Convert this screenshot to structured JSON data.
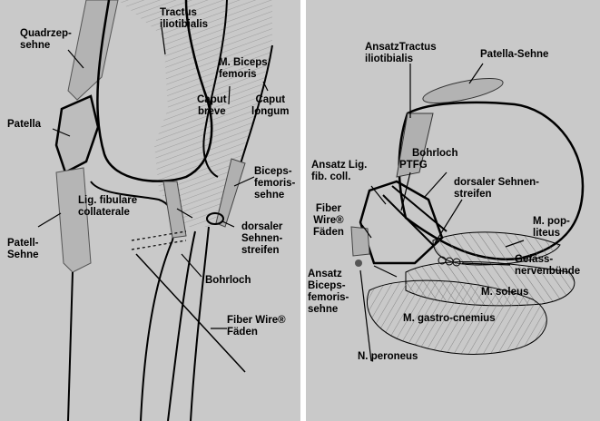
{
  "left": {
    "labels": {
      "quadrizeps": "Quadrzep-\nsehne",
      "tractus": "Tractus\niliotibialis",
      "biceps": "M. Biceps\nfemoris",
      "caput_breve": "Caput\nbreve",
      "caput_longum": "Caput\nlongum",
      "patella": "Patella",
      "biceps_sehne": "Biceps-\nfemoris-\nsehne",
      "lig_fibulare": "Lig. fibulare\ncollaterale",
      "dorsaler": "dorsaler\nSehnen-\nstreifen",
      "patell_sehne": "Patell-\nSehne",
      "bohrloch": "Bohrloch",
      "fiber_wire": "Fiber Wire®\nFäden"
    }
  },
  "right": {
    "labels": {
      "ansatz_tractus": "AnsatzTractus\niliotibialis",
      "patella_sehne": "Patella-Sehne",
      "ansatz_lig": "Ansatz Lig.\nfib. coll.",
      "ptfg": "PTFG",
      "bohrloch": "Bohrloch",
      "dorsaler": "dorsaler Sehnen-\nstreifen",
      "fiber_wire": "Fiber\nWire®\nFäden",
      "m_popliteus": "M. pop-\nliteus",
      "gefaess": "Gefäss-\nnervenbünde",
      "ansatz_biceps": "Ansatz\nBiceps-\nfemoris-\nsehne",
      "m_soleus": "M. soleus",
      "m_gastro": "M. gastro-cnemius",
      "n_peroneus": "N. peroneus"
    }
  }
}
